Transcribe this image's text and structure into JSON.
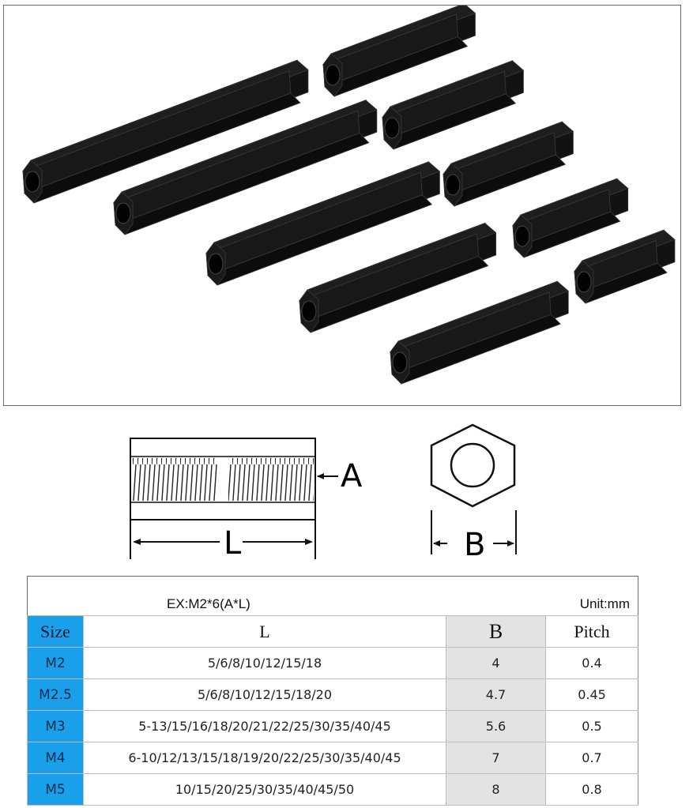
{
  "photo": {
    "description": "Black nylon hexagonal standoff spacers of various lengths",
    "item_count": 10
  },
  "drawing": {
    "label_a": "A",
    "label_l": "L",
    "label_b": "B"
  },
  "table": {
    "example": "EX:M2*6(A*L)",
    "unit": "Unit:mm",
    "headers": {
      "size": "Size",
      "l": "L",
      "b": "B",
      "pitch": "Pitch"
    },
    "rows": [
      {
        "size": "M2",
        "l": "5/6/8/10/12/15/18",
        "b": "4",
        "pitch": "0.4"
      },
      {
        "size": "M2.5",
        "l": "5/6/8/10/12/15/18/20",
        "b": "4.7",
        "pitch": "0.45"
      },
      {
        "size": "M3",
        "l": "5-13/15/16/18/20/21/22/25/30/35/40/45",
        "b": "5.6",
        "pitch": "0.5"
      },
      {
        "size": "M4",
        "l": "6-10/12/13/15/18/19/20/22/25/30/35/40/45",
        "b": "7",
        "pitch": "0.7"
      },
      {
        "size": "M5",
        "l": "10/15/20/25/30/35/40/45/50",
        "b": "8",
        "pitch": "0.8"
      }
    ]
  },
  "colors": {
    "size_column": "#1aa0ea",
    "b_column": "#e3e3e3",
    "grid": "#bdbdbd"
  }
}
